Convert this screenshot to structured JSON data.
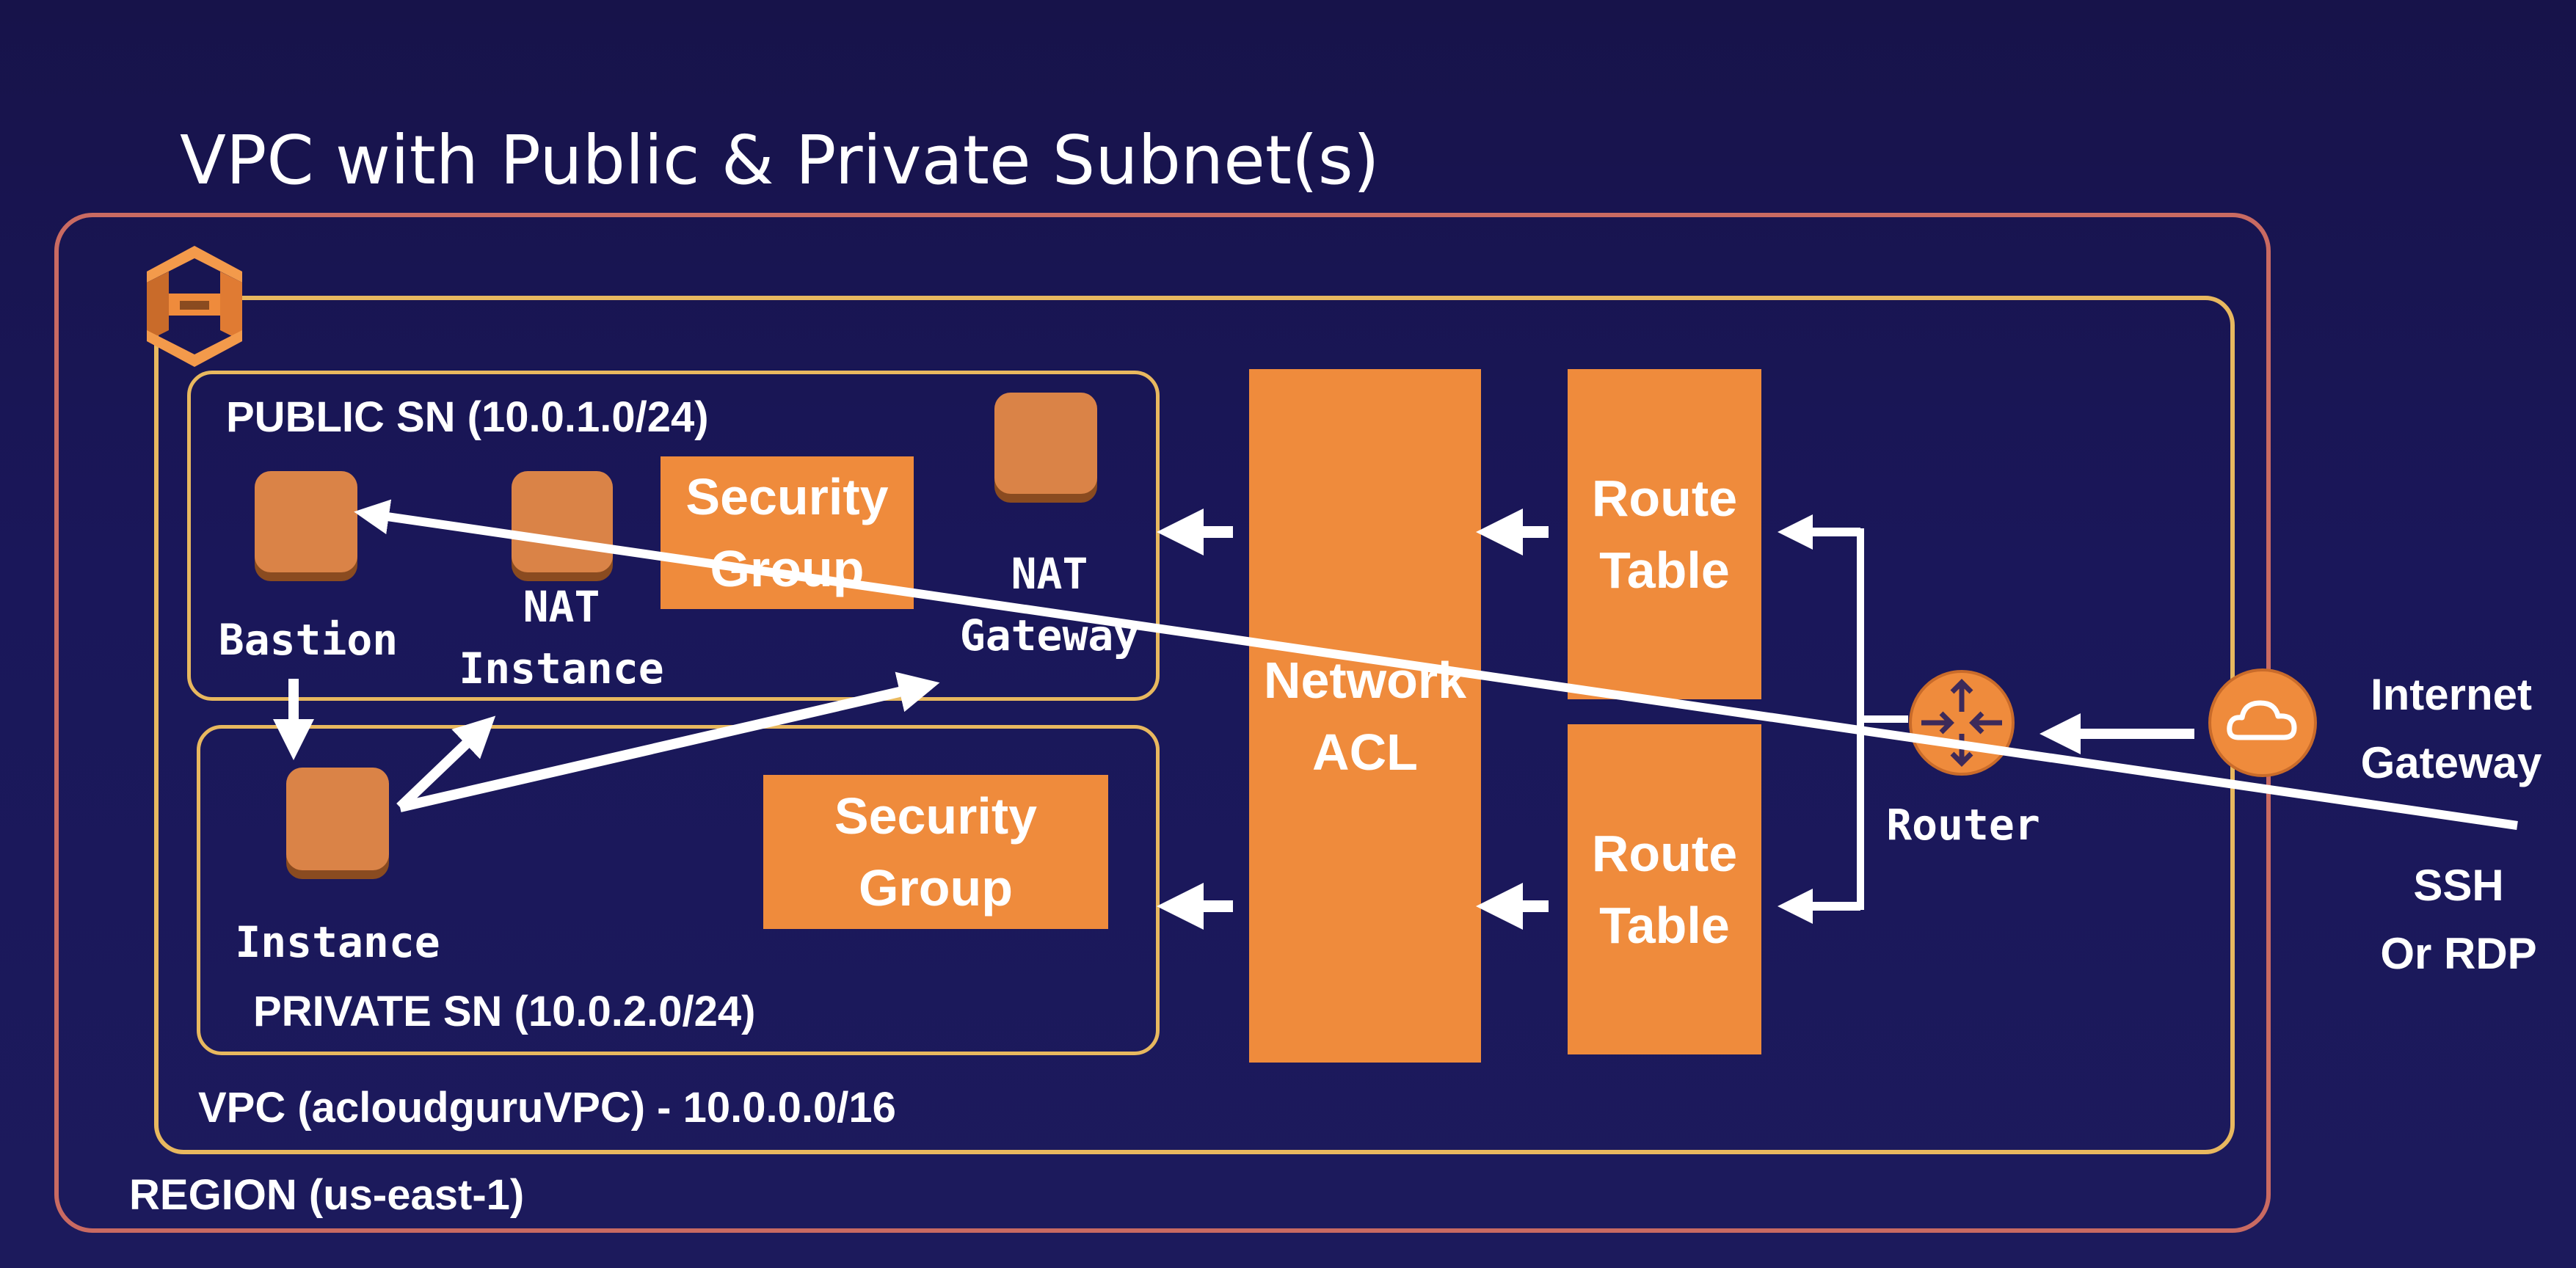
{
  "diagram": {
    "title": "VPC with Public & Private Subnet(s)",
    "region_label": "REGION (us-east-1)",
    "vpc_label": "VPC (acloudguruVPC) - 10.0.0.0/16",
    "public_subnet": {
      "label": "PUBLIC SN (10.0.1.0/24)",
      "bastion_label": "Bastion",
      "nat_instance_label": "NAT\nInstance",
      "security_group_label": "Security\nGroup",
      "nat_gateway_label": "NAT\nGateway"
    },
    "private_subnet": {
      "label": "PRIVATE SN (10.0.2.0/24)",
      "instance_label": "Instance",
      "security_group_label": "Security\nGroup"
    },
    "network_acl_label": "Network\nACL",
    "route_table_top_label": "Route\nTable",
    "route_table_bottom_label": "Route\nTable",
    "router_label": "Router",
    "internet_gateway_label": "Internet\nGateway",
    "ssh_label": "SSH\nOr RDP"
  },
  "colors": {
    "background": "#1a175a",
    "region_border": "#c96a62",
    "vpc_border": "#e8b85f",
    "component_orange": "#ef8b3c",
    "text": "#ffffff"
  },
  "icons": {
    "aws_vpc_logo": "aws-vpc-icon",
    "router": "router-icon",
    "internet_gateway": "cloud-icon"
  }
}
